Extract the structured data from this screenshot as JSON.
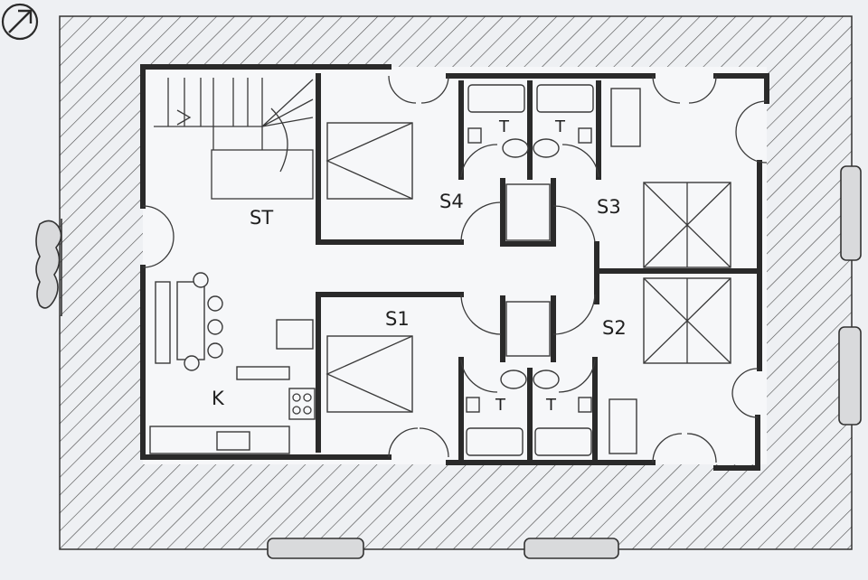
{
  "rooms": {
    "st": "ST",
    "s4": "S4",
    "s3": "S3",
    "s1": "S1",
    "s2": "S2",
    "k": "K"
  },
  "toilets": [
    "T",
    "T",
    "T",
    "T"
  ],
  "colors": {
    "background": "#eef0f3",
    "walls": "#2a2a2a",
    "hatch": "#4a4a4a",
    "interior": "#f6f7f9"
  },
  "icons": [
    "north-arrow-icon",
    "shrub-icon"
  ]
}
